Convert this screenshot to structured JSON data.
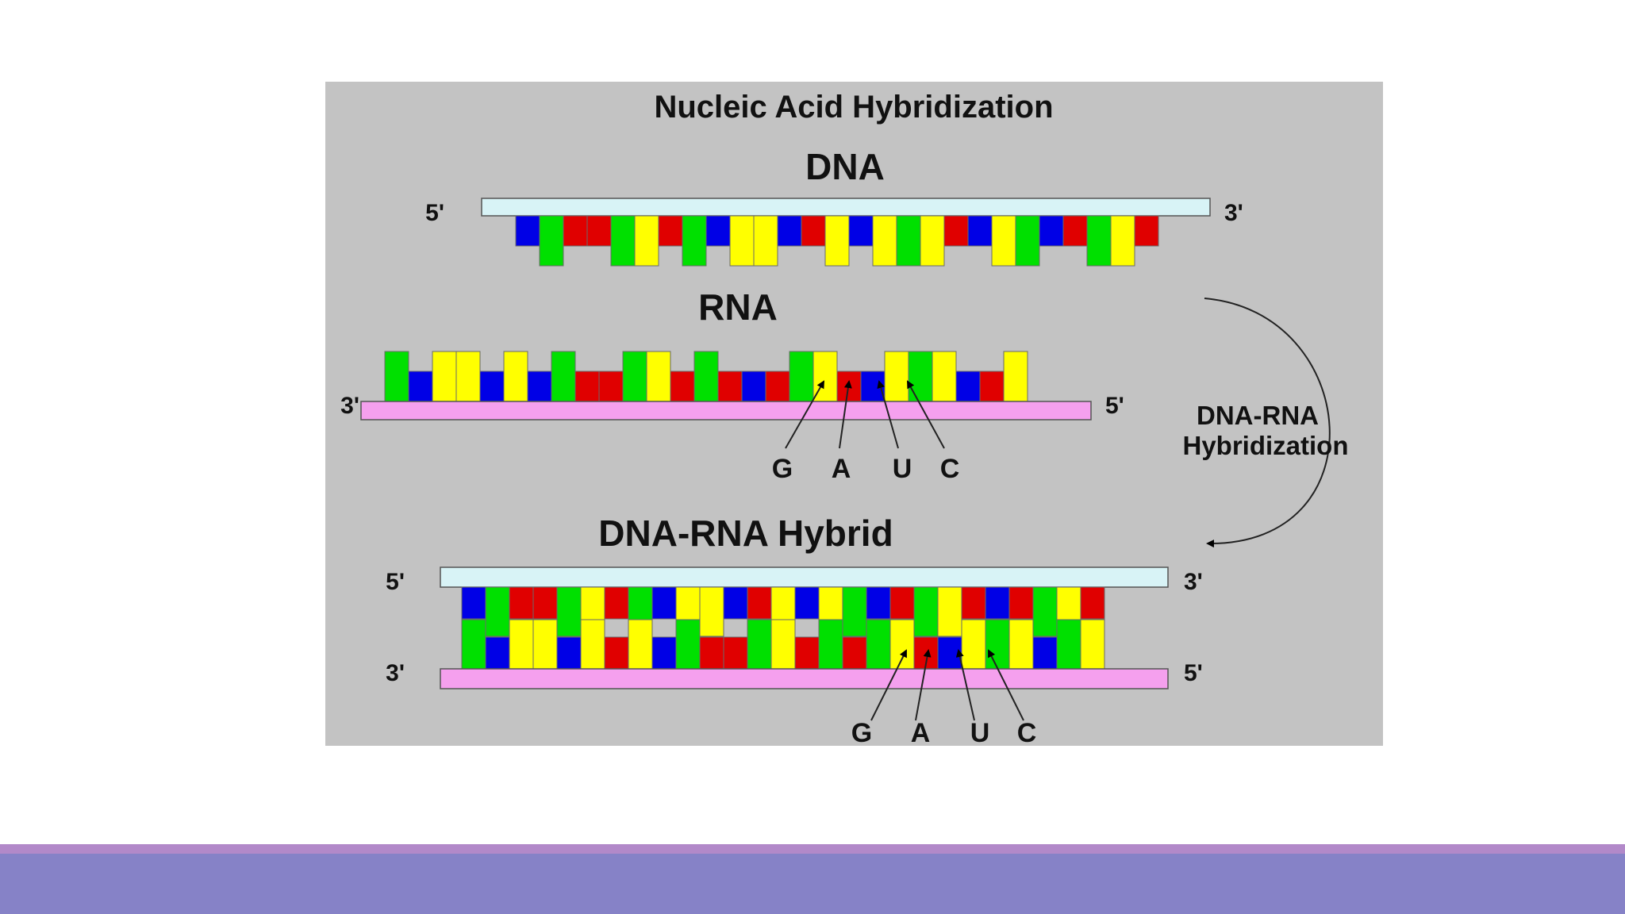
{
  "diagram": {
    "title": "Nucleic Acid Hybridization",
    "dna": {
      "label": "DNA",
      "left_end": "5'",
      "right_end": "3'",
      "bases": "BGRRGYRGBYYBRYBYGYRBYGBRGYR"
    },
    "rna": {
      "label": "RNA",
      "left_end": "3'",
      "right_end": "5'",
      "bases": "GBYYBYBGRRGYRGRBRGYRBYGYBRY",
      "pointer_labels": [
        "G",
        "A",
        "U",
        "C"
      ]
    },
    "process_label": [
      "DNA-RNA",
      "Hybridization"
    ],
    "hybrid": {
      "label": "DNA-RNA Hybrid",
      "top_left": "5'",
      "top_right": "3'",
      "bottom_left": "3'",
      "bottom_right": "5'",
      "top_bases": "BGRRGYRGBYYBRYBYGBRGYRBRGYR",
      "bottom_bases": "GBYYBYRYBGRRGYRGRGYRBYGYBGY",
      "pointer_labels": [
        "G",
        "A",
        "U",
        "C"
      ]
    }
  },
  "colors": {
    "panel": "#c3c3c3",
    "dna_backbone": "#d8f3f6",
    "rna_backbone": "#f5a0ee",
    "G": "#00e000",
    "A": "#ffff00",
    "U": "#e00000",
    "C": "#0000e6",
    "footer_line": "#b289c9",
    "footer_bar": "#8682c7"
  }
}
